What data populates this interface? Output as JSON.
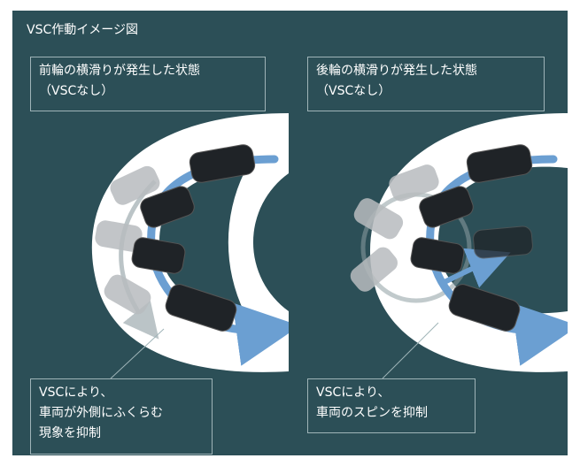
{
  "title": "VSC作動イメージ図",
  "left_panel": {
    "top_caption": [
      "前輪の横滑りが発生した状態",
      "（VSCなし）"
    ],
    "bottom_caption": [
      "VSCにより、",
      "車両が外側にふくらむ",
      "現象を抑制"
    ]
  },
  "right_panel": {
    "top_caption": [
      "後輪の横滑りが発生した状態",
      "（VSCなし）"
    ],
    "bottom_caption": [
      "VSCにより、",
      "車両のスピンを抑制"
    ]
  },
  "colors": {
    "panel_bg": "#2c4f57",
    "road": "#ffffff",
    "arrow_path": "#6b9fd2",
    "car_dark": "#1f2327",
    "car_ghost": "#b8bcbf",
    "caption_border": "#9fb4b8"
  }
}
